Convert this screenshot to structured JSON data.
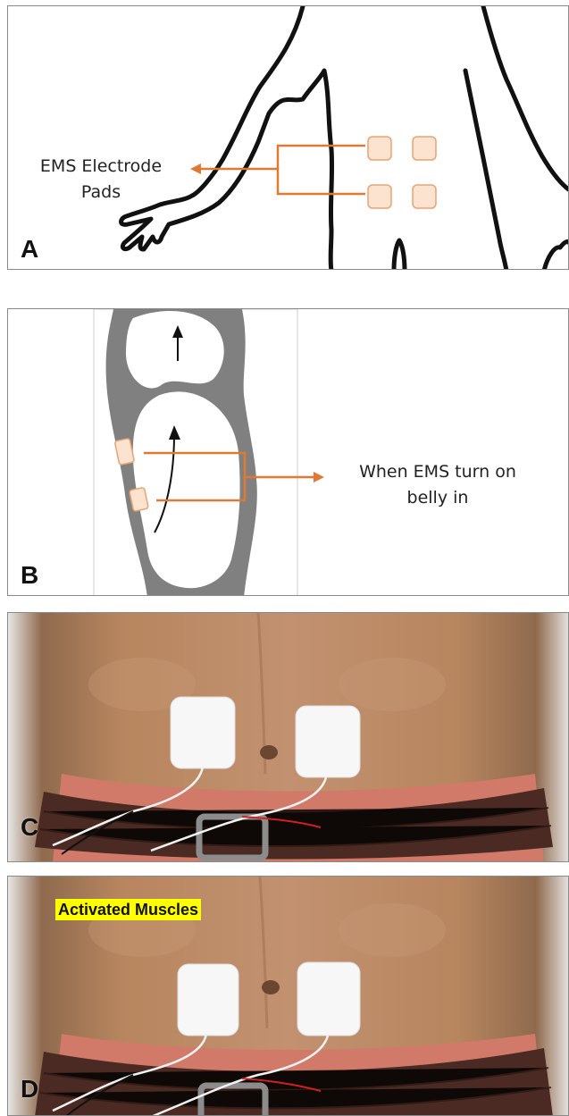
{
  "colors": {
    "pad_fill": "#fbe3cf",
    "pad_stroke": "#e8a474",
    "arrow": "#e07a33",
    "skin": "#b98763",
    "belt": "#4a2a22",
    "tissue_gray": "#808080",
    "highlight": "#ffff00"
  },
  "panel_a": {
    "letter": "A",
    "label_line1": "EMS Electrode",
    "label_line2": "Pads"
  },
  "panel_b": {
    "letter": "B",
    "label_line1": "When EMS turn on",
    "label_line2": "belly in"
  },
  "panel_c": {
    "letter": "C"
  },
  "panel_d": {
    "letter": "D",
    "tag": "Activated Muscles"
  }
}
